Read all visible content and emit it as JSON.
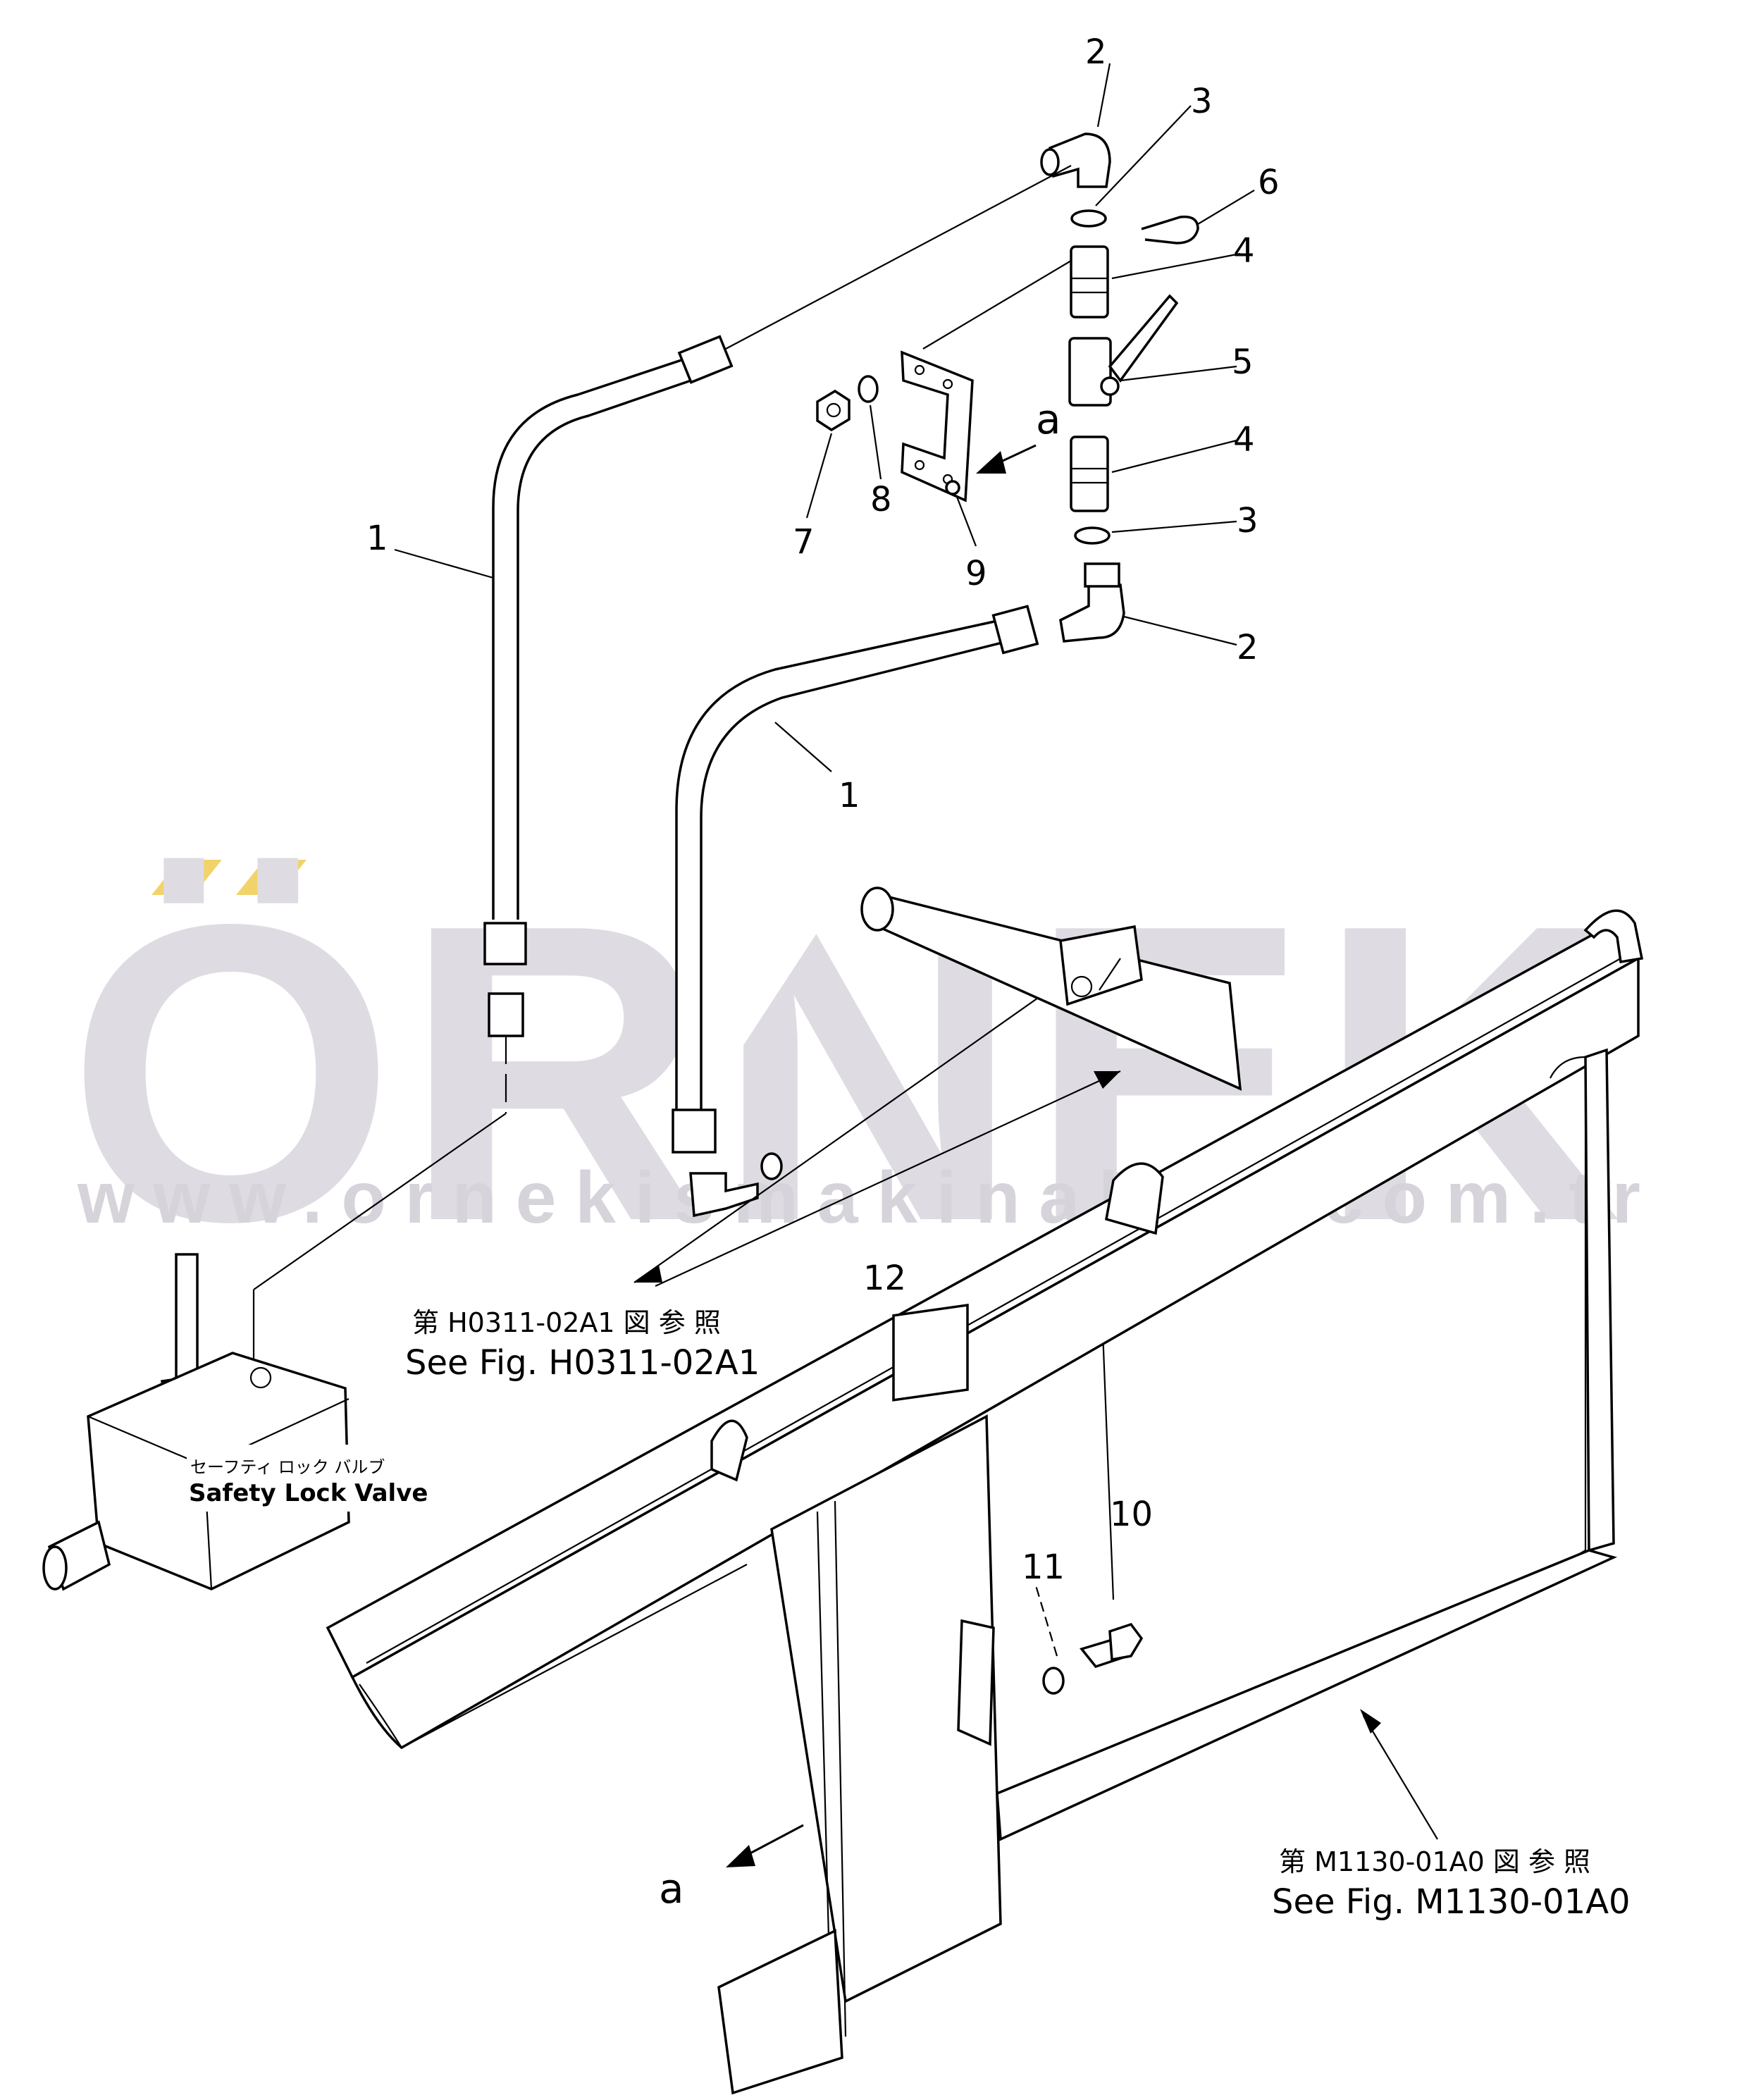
{
  "watermark": {
    "brand": "ÖRNEK",
    "url": "www.ornekismakinalari.com.tr",
    "accent_color": "#f2d36b",
    "text_color": "#dedce2"
  },
  "callouts": [
    {
      "id": "c2_top",
      "label": "2"
    },
    {
      "id": "c3_top",
      "label": "3"
    },
    {
      "id": "c6",
      "label": "6"
    },
    {
      "id": "c4_top",
      "label": "4"
    },
    {
      "id": "c5",
      "label": "5"
    },
    {
      "id": "c4_bottom",
      "label": "4"
    },
    {
      "id": "c3_bottom",
      "label": "3"
    },
    {
      "id": "c2_bottom",
      "label": "2"
    },
    {
      "id": "c1_left",
      "label": "1"
    },
    {
      "id": "c1_right",
      "label": "1"
    },
    {
      "id": "c7",
      "label": "7"
    },
    {
      "id": "c8",
      "label": "8"
    },
    {
      "id": "c9",
      "label": "9"
    },
    {
      "id": "c10",
      "label": "10"
    },
    {
      "id": "c11",
      "label": "11"
    },
    {
      "id": "c12",
      "label": "12"
    }
  ],
  "view_markers": {
    "a_top": "a",
    "a_bottom": "a"
  },
  "references": {
    "h0311": {
      "jp": "第 H0311-02A1 図 参 照",
      "en": "See Fig. H0311-02A1"
    },
    "m1130": {
      "jp": "第 M1130-01A0 図 参 照",
      "en": "See Fig. M1130-01A0"
    }
  },
  "safety_valve": {
    "jp": "セーフティ ロック バルブ",
    "en": "Safety Lock Valve"
  }
}
